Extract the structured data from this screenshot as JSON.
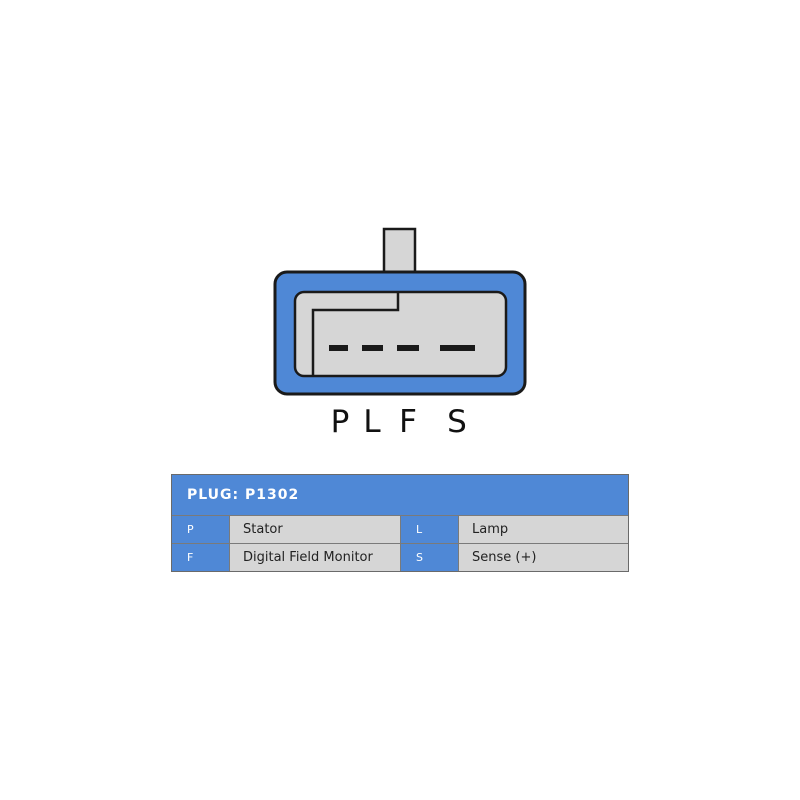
{
  "connector": {
    "pins": [
      "P",
      "L",
      "F",
      "S"
    ],
    "colors": {
      "shell": "#4f88d6",
      "insert": "#d6d6d6",
      "outline": "#1a1a1a",
      "pin_slot": "#1a1a1a"
    }
  },
  "plug_table": {
    "title": "PLUG: P1302",
    "rows": [
      [
        {
          "code": "P",
          "description": "Stator"
        },
        {
          "code": "L",
          "description": "Lamp"
        }
      ],
      [
        {
          "code": "F",
          "description": "Digital Field Monitor"
        },
        {
          "code": "S",
          "description": "Sense (+)"
        }
      ]
    ],
    "colors": {
      "header_bg": "#4f88d6",
      "code_bg": "#4f88d6",
      "desc_bg": "#d6d6d6"
    }
  }
}
